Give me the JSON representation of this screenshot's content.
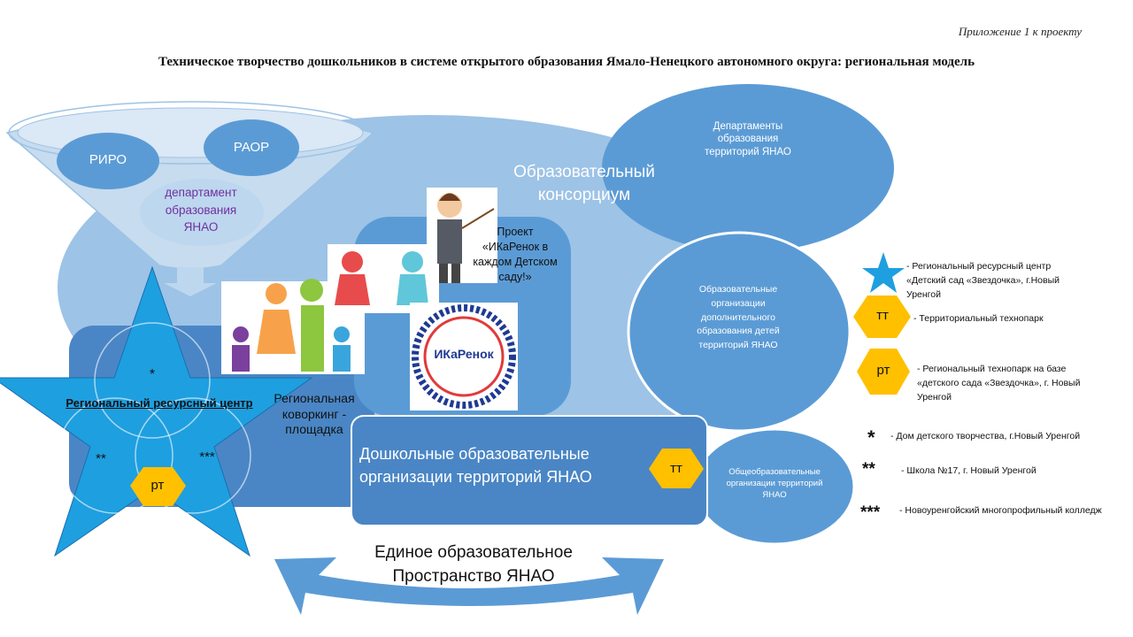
{
  "header": {
    "appendix": "Приложение 1 к проекту",
    "title": "Техническое творчество дошкольников в системе открытого образования Ямало-Ненецкого автономного округа: региональная модель"
  },
  "funnel": {
    "riro": "РИРО",
    "raor": "РАОР",
    "department": "департамент образования ЯНАО"
  },
  "consortium": "Образовательный консорциум",
  "departments": "Департаменты образования территорий ЯНАО",
  "project": "Проект «ИКаРенок в каждом Детском саду!»",
  "coworking": "Региональная коворкинг - площадка",
  "star_center": {
    "title": "Региональный ресурсный центр",
    "sym1": "*",
    "sym2": "**",
    "sym3": "***",
    "badge": "рт"
  },
  "preschool": {
    "label": "Дошкольные образовательные организации территорий ЯНАО",
    "badge": "тт"
  },
  "additional_ed": "Образовательные организации дополнительного образования детей территорий ЯНАО",
  "general_ed": "Общеобразовательные организации территорий ЯНАО",
  "unified_space": "Единое образовательное Пространство ЯНАО",
  "logo_text": "ИКаРенок",
  "legend": {
    "star": "- Региональный ресурсный центр «Детский сад «Звездочка», г.Новый Уренгой",
    "tt_badge": "тт",
    "tt": "- Территориальный технопарк",
    "rt_badge": "рт",
    "rt": "- Региональный технопарк на базе «детского сада «Звездочка», г. Новый Уренгой",
    "s1_sym": "*",
    "s1": "- Дом детского творчества, г.Новый Уренгой",
    "s2_sym": "**",
    "s2": "- Школа №17, г. Новый Уренгой",
    "s3_sym": "***",
    "s3": "- Новоуренгойский многопрофильный колледж"
  },
  "colors": {
    "light_blue": "#9dc3e6",
    "mid_blue": "#5b9bd5",
    "dark_blue": "#4a86c5",
    "star": "#1e9fe0",
    "badge": "#ffc000"
  }
}
